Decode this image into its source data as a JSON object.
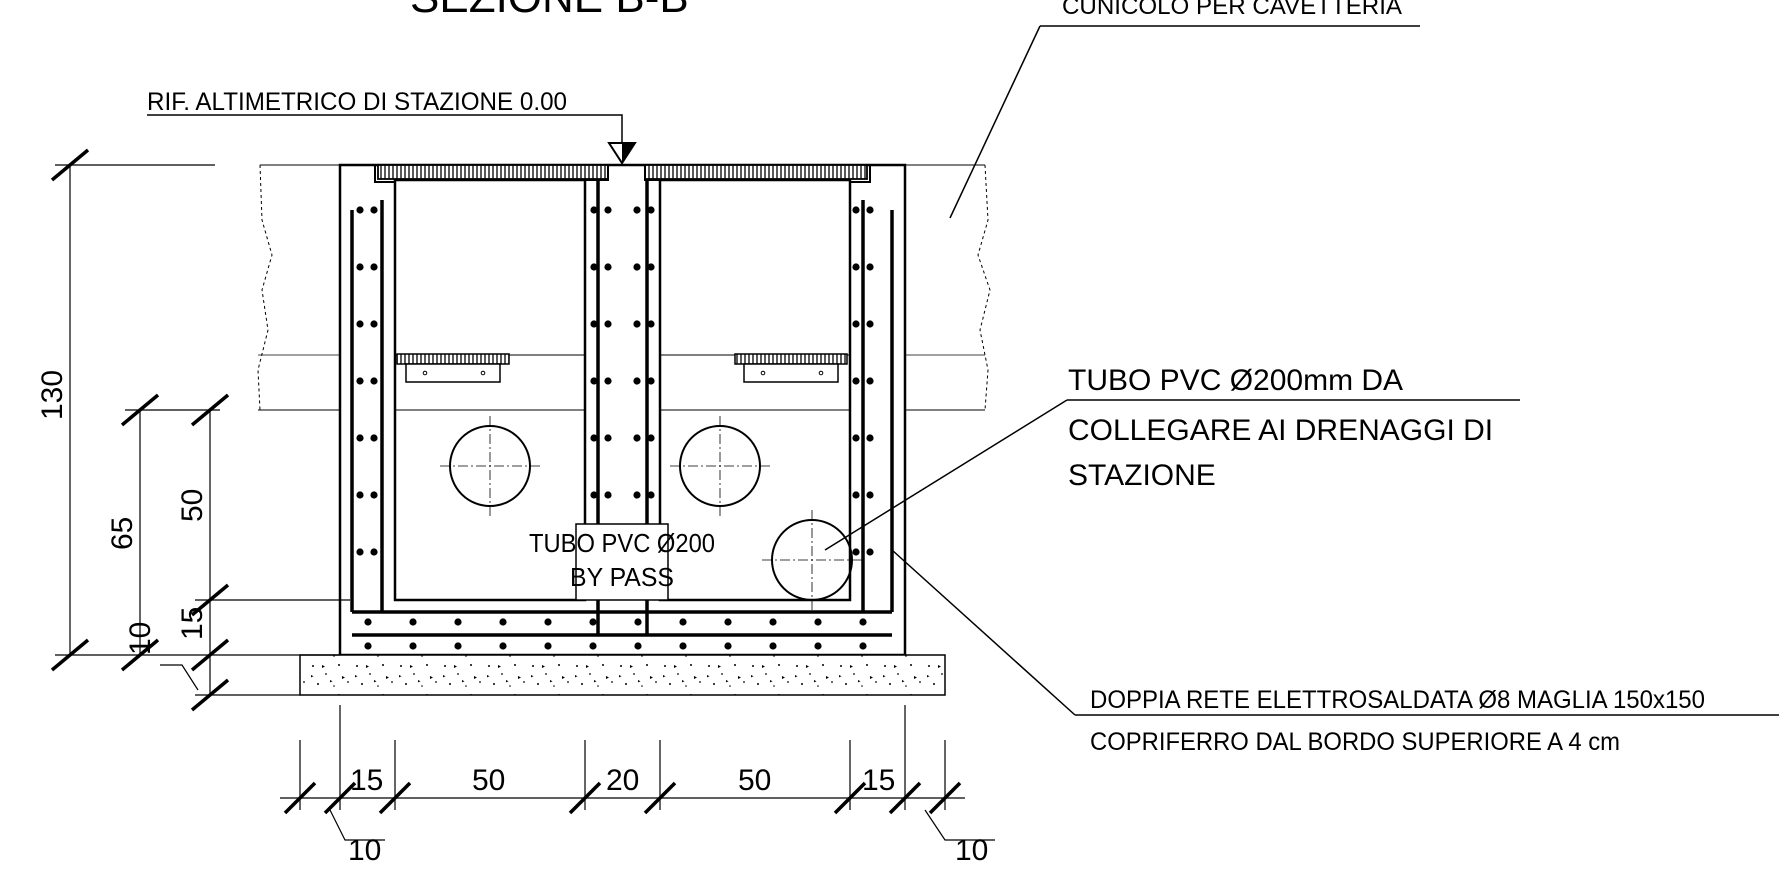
{
  "title": "SEZIONE B-B",
  "labels": {
    "cunicolo": "CUNICOLO PER CAVETTERIA",
    "rif": "RIF. ALTIMETRICO DI STAZIONE 0.00",
    "tubo_line1": "TUBO PVC Ø200mm DA",
    "tubo_line2": "COLLEGARE AI DRENAGGI DI",
    "tubo_line3": "STAZIONE",
    "bypass_line1": "TUBO PVC Ø200",
    "bypass_line2": "BY PASS",
    "rete_line1": "DOPPIA RETE ELETTROSALDATA Ø8 MAGLIA 150x150",
    "rete_line2": "COPRIFERRO DAL BORDO SUPERIORE A 4 cm"
  },
  "dimensions": {
    "vertical": {
      "total": "130",
      "inner_65": "65",
      "inner_50": "50",
      "slab_15": "15",
      "base_10": "10"
    },
    "horizontal": {
      "wall_left": "15",
      "cell_left": "50",
      "mid_wall": "20",
      "cell_right": "50",
      "wall_right": "15",
      "base_left": "10",
      "base_right": "10"
    }
  }
}
